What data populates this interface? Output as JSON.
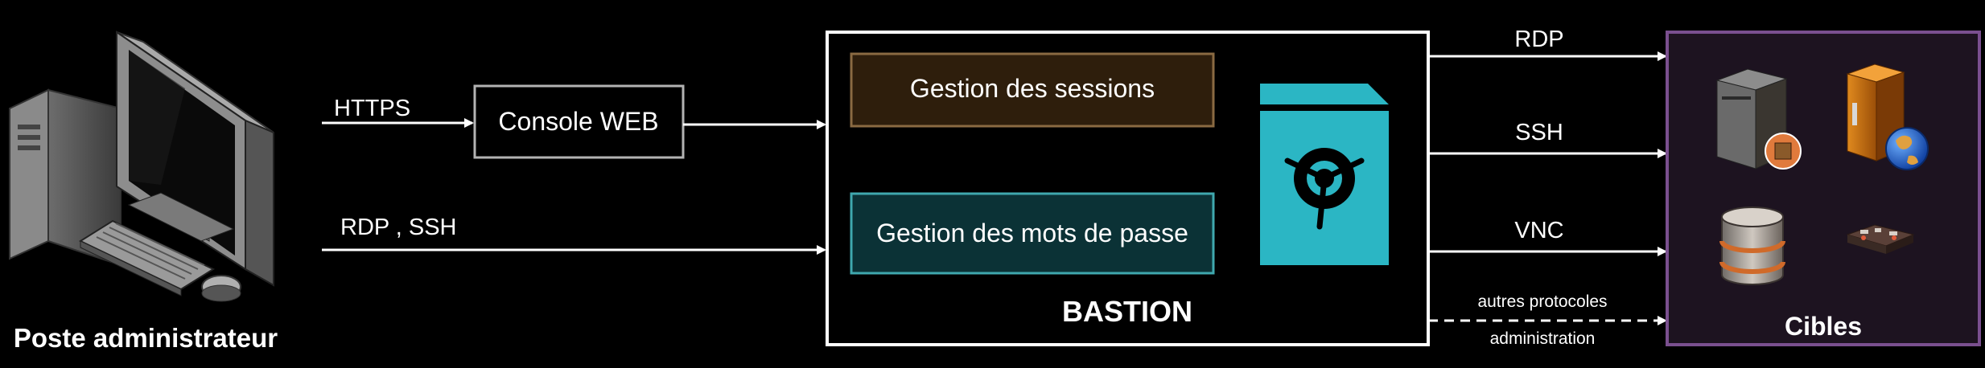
{
  "workstation": {
    "caption": "Poste administrateur"
  },
  "links": {
    "https": "HTTPS",
    "rdp_ssh": "RDP , SSH",
    "rdp": "RDP",
    "ssh": "SSH",
    "vnc": "VNC",
    "other_top": "autres protocoles",
    "other_bottom": "administration"
  },
  "console": {
    "label": "Console WEB"
  },
  "bastion": {
    "title": "BASTION",
    "sessions": "Gestion des sessions",
    "passwords": "Gestion des mots de passe"
  },
  "targets": {
    "title": "Cibles"
  },
  "colors": {
    "background": "#000000",
    "sessions_fill": "#2e1e0c",
    "sessions_border": "#8a6a42",
    "passwords_fill": "#0b3236",
    "passwords_border": "#3fa8ae",
    "vault": "#2bb6c4",
    "targets_border": "#7a4f8f",
    "targets_fill": "#1d1320"
  },
  "icons": [
    "computer-icon",
    "vault-icon",
    "server-icon",
    "web-server-icon",
    "database-icon",
    "network-device-icon"
  ]
}
